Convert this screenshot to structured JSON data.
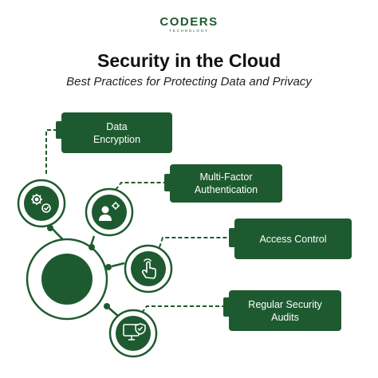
{
  "brand": {
    "name": "CODERS",
    "tagline": "TECHNOLOGY"
  },
  "header": {
    "title": "Security in the Cloud",
    "subtitle": "Best Practices for Protecting Data and Privacy"
  },
  "colors": {
    "primary": "#1e5a30",
    "background": "#ffffff",
    "text": "#111111"
  },
  "practices": [
    {
      "label": "Data\nEncryption",
      "icon": "gears-check-icon"
    },
    {
      "label": "Multi-Factor\nAuthentication",
      "icon": "user-gear-icon"
    },
    {
      "label": "Access Control",
      "icon": "hand-touch-icon"
    },
    {
      "label": "Regular Security\nAudits",
      "icon": "monitor-shield-icon"
    }
  ]
}
